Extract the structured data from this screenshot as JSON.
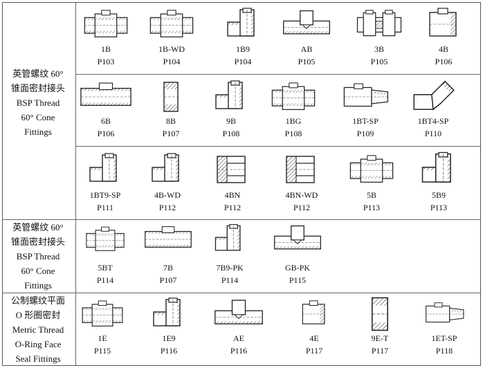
{
  "sections": [
    {
      "label_lines": [
        "英管螺纹 60°",
        "锥面密封接头",
        "BSP Thread",
        "60° Cone",
        "Fittings"
      ],
      "items": [
        {
          "code": "1B",
          "page": "P103",
          "icon": "straight-union-fitting-icon"
        },
        {
          "code": "1B-WD",
          "page": "P104",
          "icon": "straight-union-fitting-icon"
        },
        {
          "code": "1B9",
          "page": "P104",
          "icon": "elbow-union-fitting-icon"
        },
        {
          "code": "AB",
          "page": "P105",
          "icon": "tee-fitting-icon"
        },
        {
          "code": "3B",
          "page": "P105",
          "icon": "double-nut-union-fitting-icon"
        },
        {
          "code": "4B",
          "page": "P106",
          "icon": "plug-nut-fitting-icon"
        },
        {
          "code": "6B",
          "page": "P106",
          "icon": "long-union-fitting-icon"
        },
        {
          "code": "8B",
          "page": "P107",
          "icon": "nut-fitting-icon"
        },
        {
          "code": "9B",
          "page": "P108",
          "icon": "elbow-union-fitting-icon"
        },
        {
          "code": "1BG",
          "page": "P108",
          "icon": "straight-union-fitting-icon"
        },
        {
          "code": "1BT-SP",
          "page": "P109",
          "icon": "tapered-adapter-fitting-icon"
        },
        {
          "code": "1BT4-SP",
          "page": "P110",
          "icon": "45-degree-elbow-fitting-icon"
        },
        {
          "code": "1BT9-SP",
          "page": "P111",
          "icon": "elbow-union-fitting-icon"
        },
        {
          "code": "4B-WD",
          "page": "P112",
          "icon": "elbow-union-fitting-icon"
        },
        {
          "code": "4BN",
          "page": "P112",
          "icon": "bulkhead-nut-fitting-icon"
        },
        {
          "code": "4BN-WD",
          "page": "P112",
          "icon": "bulkhead-nut-fitting-icon"
        },
        {
          "code": "5B",
          "page": "P113",
          "icon": "straight-union-fitting-icon"
        },
        {
          "code": "5B9",
          "page": "P113",
          "icon": "elbow-union-fitting-icon"
        }
      ]
    },
    {
      "label_lines": [
        "英管螺纹 60°",
        "锥面密封接头",
        "BSP Thread",
        "60° Cone",
        "Fittings"
      ],
      "items": [
        {
          "code": "5BT",
          "page": "P114",
          "icon": "straight-union-fitting-icon"
        },
        {
          "code": "7B",
          "page": "P107",
          "icon": "long-union-fitting-icon"
        },
        {
          "code": "7B9-PK",
          "page": "P114",
          "icon": "elbow-union-fitting-icon"
        },
        {
          "code": "GB-PK",
          "page": "P115",
          "icon": "tee-fitting-icon"
        }
      ]
    },
    {
      "label_lines": [
        "公制螺纹平面",
        "O 形圈密封",
        "Metric Thread",
        "O-Ring Face",
        "Seal Fittings"
      ],
      "items": [
        {
          "code": "1E",
          "page": "P115",
          "icon": "straight-union-fitting-icon"
        },
        {
          "code": "1E9",
          "page": "P116",
          "icon": "elbow-union-fitting-icon"
        },
        {
          "code": "AE",
          "page": "P116",
          "icon": "tee-fitting-icon"
        },
        {
          "code": "4E",
          "page": "P117",
          "icon": "plug-nut-fitting-icon"
        },
        {
          "code": "9E-T",
          "page": "P117",
          "icon": "nut-fitting-icon"
        },
        {
          "code": "1ET-SP",
          "page": "P118",
          "icon": "tapered-adapter-fitting-icon"
        }
      ]
    }
  ]
}
